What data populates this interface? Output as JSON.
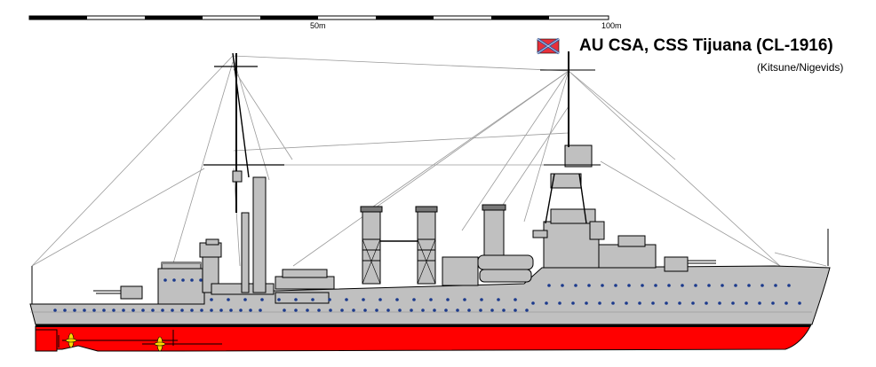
{
  "title": "AU CSA, CSS Tijuana (CL-1916)",
  "credit": "(Kitsune/Nigevids)",
  "scale": {
    "label_mid": "50m",
    "label_end": "100m"
  },
  "colors": {
    "hull": "#c0c0c0",
    "lower_hull": "#ff0000",
    "boot_top": "#000000",
    "propeller": "#ffd800",
    "porthole": "#1c3a8c",
    "rigging": "#9a9a9a",
    "flag_field": "#e8303a",
    "flag_saltire": "#3a5aa0"
  },
  "icons": {
    "flag": "confederate-naval-jack-icon",
    "propeller": "propeller-icon"
  }
}
